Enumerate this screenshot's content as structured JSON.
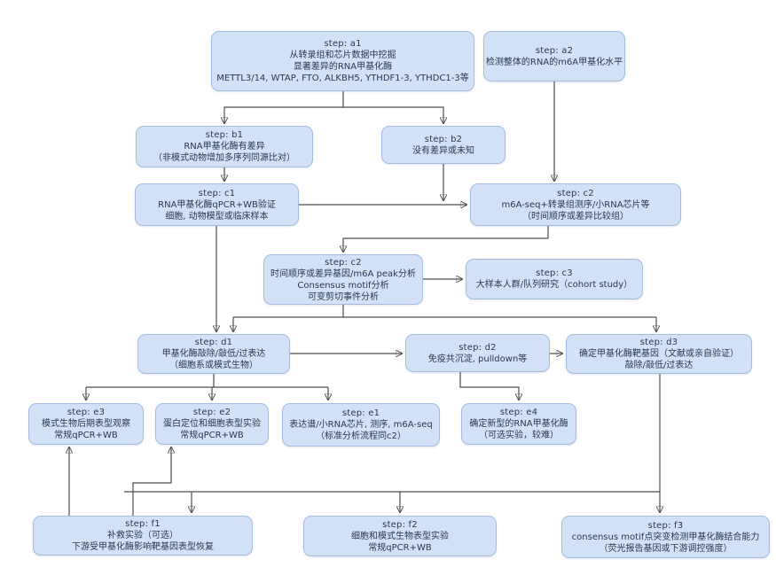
{
  "diagram": {
    "type": "flowchart",
    "topic": "RNA m6A methylation research workflow",
    "colors": {
      "background": "#ffffff",
      "node_fill": "#d2e1f5",
      "node_border": "#a3bcdf",
      "text": "#2b3850",
      "connector": "#4d4d4d"
    },
    "nodes": [
      {
        "id": "a1",
        "lines": [
          "step: a1",
          "从转录组和芯片数据中挖掘",
          "显著差异的RNA甲基化酶",
          "METTL3/14, WTAP, FTO, ALKBH5, YTHDF1-3, YTHDC1-3等"
        ]
      },
      {
        "id": "a2",
        "lines": [
          "step: a2",
          "检测整体的RNA的m6A甲基化水平"
        ]
      },
      {
        "id": "b1",
        "lines": [
          "step: b1",
          "RNA甲基化酶有差异",
          "（非模式动物增加多序列同源比对）"
        ]
      },
      {
        "id": "b2",
        "lines": [
          "step: b2",
          "没有差异或未知"
        ]
      },
      {
        "id": "c1",
        "lines": [
          "step: c1",
          "RNA甲基化酶qPCR+WB验证",
          "细胞, 动物模型或临床样本"
        ]
      },
      {
        "id": "c2_right",
        "lines": [
          "step: c2",
          "m6A-seq+转录组测序/小RNA芯片等",
          "（时间顺序或差异比较组）"
        ]
      },
      {
        "id": "c2_mid",
        "lines": [
          "step: c2",
          "时间顺序或差异基因/m6A peak分析",
          "Consensus motif分析",
          "可变剪切事件分析"
        ]
      },
      {
        "id": "c3",
        "lines": [
          "step: c3",
          "大样本人群/队列研究（cohort study）"
        ]
      },
      {
        "id": "d1",
        "lines": [
          "step: d1",
          "甲基化酶敲除/敲低/过表达",
          "（细胞系或模式生物）"
        ]
      },
      {
        "id": "d2",
        "lines": [
          "step: d2",
          "免疫共沉淀, pulldown等"
        ]
      },
      {
        "id": "d3",
        "lines": [
          "step: d3",
          "确定甲基化酶靶基因（文献或亲自验证）",
          "敲除/敲低/过表达"
        ]
      },
      {
        "id": "e3",
        "lines": [
          "step: e3",
          "模式生物后期表型观察",
          "常规qPCR+WB"
        ]
      },
      {
        "id": "e2",
        "lines": [
          "step: e2",
          "蛋白定位和细胞表型实验",
          "常规qPCR+WB"
        ]
      },
      {
        "id": "e1",
        "lines": [
          "step: e1",
          "表达谱/小RNA芯片, 测序, m6A-seq",
          "（标准分析流程同c2）"
        ]
      },
      {
        "id": "e4",
        "lines": [
          "step: e4",
          "确定新型的RNA甲基化酶",
          "（可选实验，较难）"
        ]
      },
      {
        "id": "f1",
        "lines": [
          "step: f1",
          "补救实验（可选）",
          "下游受甲基化酶影响靶基因表型恢复"
        ]
      },
      {
        "id": "f2",
        "lines": [
          "step: f2",
          "细胞和模式生物表型实验",
          "常规qPCR+WB"
        ]
      },
      {
        "id": "f3",
        "lines": [
          "step: f3",
          "consensus motif点突变检测甲基化酶结合能力",
          "（荧光报告基因或下游调控强度）"
        ]
      }
    ]
  }
}
